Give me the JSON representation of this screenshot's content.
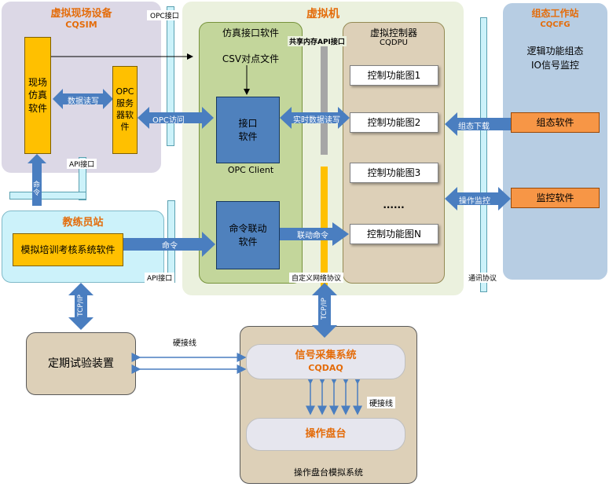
{
  "colors": {
    "panel_gray": "#dcd8e6",
    "panel_green_bg": "#ebf1de",
    "panel_green": "#c3d69b",
    "panel_tan": "#ddd0b8",
    "panel_cyan": "#ccf2fa",
    "panel_steel": "#b7cde3",
    "box_yellow": "#ffc000",
    "box_blue": "#4f81bd",
    "box_orange": "#f79646",
    "arrow_blue": "#4a7ec0",
    "title_orange": "#e46c0a"
  },
  "field_device": {
    "title": "虚拟现场设备",
    "subtitle": "CQSIM",
    "sim_software": "现场仿真软件",
    "opc_server": "OPC服务器软件",
    "data_rw": "数据读写",
    "api_label": "API接口"
  },
  "opc_interface": "OPC接口",
  "opc_access": "OPC访问",
  "virtual_machine": {
    "title": "虚拟机",
    "sim_interface": {
      "title": "仿真接口软件",
      "csv": "CSV对点文件",
      "interface_software": "接口\n软件",
      "opc_client": "OPC Client",
      "cmd_link": "命令联动\n软件"
    },
    "shared_memory": "共享内存API接口",
    "realtime_rw": "实时数据读写",
    "link_cmd": "联动命令",
    "custom_protocol": "自定义网络协议",
    "controller": {
      "title": "虚拟控制器",
      "subtitle": "CQDPU",
      "diagrams": [
        "控制功能图1",
        "控制功能图2",
        "控制功能图3",
        "......",
        "控制功能图N"
      ]
    }
  },
  "config_station": {
    "title": "组态工作站",
    "subtitle": "CQCFG",
    "desc": "逻辑功能组态\nIO信号监控",
    "config_software": "组态软件",
    "monitor_software": "监控软件",
    "config_download": "组态下载",
    "op_monitor": "操作监控",
    "comm_protocol": "通讯协议"
  },
  "instructor": {
    "title": "教练员站",
    "training_system": "模拟培训考核系统软件",
    "command": "命令",
    "command_vertical": "命令",
    "api_label": "API接口"
  },
  "tcp_left": "TCP/IP",
  "tcp_right": "TCP/IP",
  "periodic_test": "定期试验装置",
  "hardwire_top": "硬接线",
  "console": {
    "daq_title": "信号采集系统",
    "daq_subtitle": "CQDAQ",
    "hardwire": "硬接线",
    "panel_title": "操作盘台",
    "system_label": "操作盘台模拟系统"
  }
}
